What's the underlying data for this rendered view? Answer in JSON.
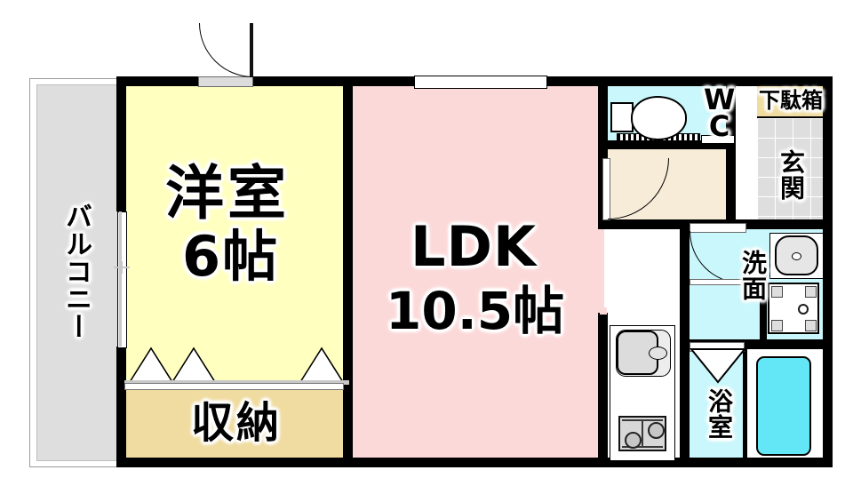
{
  "floorplan": {
    "title": "Japanese apartment floor plan (1LDK)",
    "rooms": [
      {
        "key": "balcony",
        "label": "バルコニー",
        "orientation": "vertical",
        "color": "#dedede"
      },
      {
        "key": "bedroom",
        "label": "洋室",
        "area_label": "6帖",
        "color": "#ffffc0"
      },
      {
        "key": "closet",
        "label": "収納",
        "orientation": "horizontal",
        "color": "#f0dca0"
      },
      {
        "key": "ldk",
        "label": "LDK",
        "area_label": "10.5帖",
        "color": "#fcd9d9"
      },
      {
        "key": "wc",
        "label": "WC",
        "orientation": "vertical",
        "color": "#c9f7fb"
      },
      {
        "key": "shoebox",
        "label": "下駄箱",
        "orientation": "horizontal",
        "color": "#f0dca0"
      },
      {
        "key": "genkan",
        "label": "玄関",
        "orientation": "vertical",
        "color": "#dedede"
      },
      {
        "key": "washroom",
        "label": "洗面",
        "orientation": "vertical",
        "color": "#c9f7fb"
      },
      {
        "key": "bathroom",
        "label": "浴室",
        "orientation": "vertical",
        "color": "#c9f7fb"
      }
    ],
    "labels": {
      "balcony": "バルコニー",
      "bedroom_name": "洋室",
      "bedroom_area": "6帖",
      "closet": "収納",
      "ldk_name": "LDK",
      "ldk_area": "10.5帖",
      "wc": "W\nC",
      "shoebox": "下駄箱",
      "genkan": "玄関",
      "washroom": "洗面",
      "bathroom": "浴室"
    },
    "fixtures": [
      {
        "name": "toilet",
        "room": "wc"
      },
      {
        "name": "washbasin",
        "room": "washroom"
      },
      {
        "name": "washing-machine",
        "room": "washroom"
      },
      {
        "name": "bathtub",
        "room": "bathroom"
      },
      {
        "name": "kitchen-sink",
        "room": "ldk"
      },
      {
        "name": "gas-stove",
        "room": "ldk"
      }
    ],
    "colors": {
      "wall": "#000000",
      "bedroom": "#ffffc0",
      "ldk": "#fcd9d9",
      "closet": "#f0dca0",
      "water_area": "#c9f7fb",
      "hallway": "#f6ecd8",
      "balcony": "#dedede",
      "bathtub": "#63e6f5"
    }
  }
}
